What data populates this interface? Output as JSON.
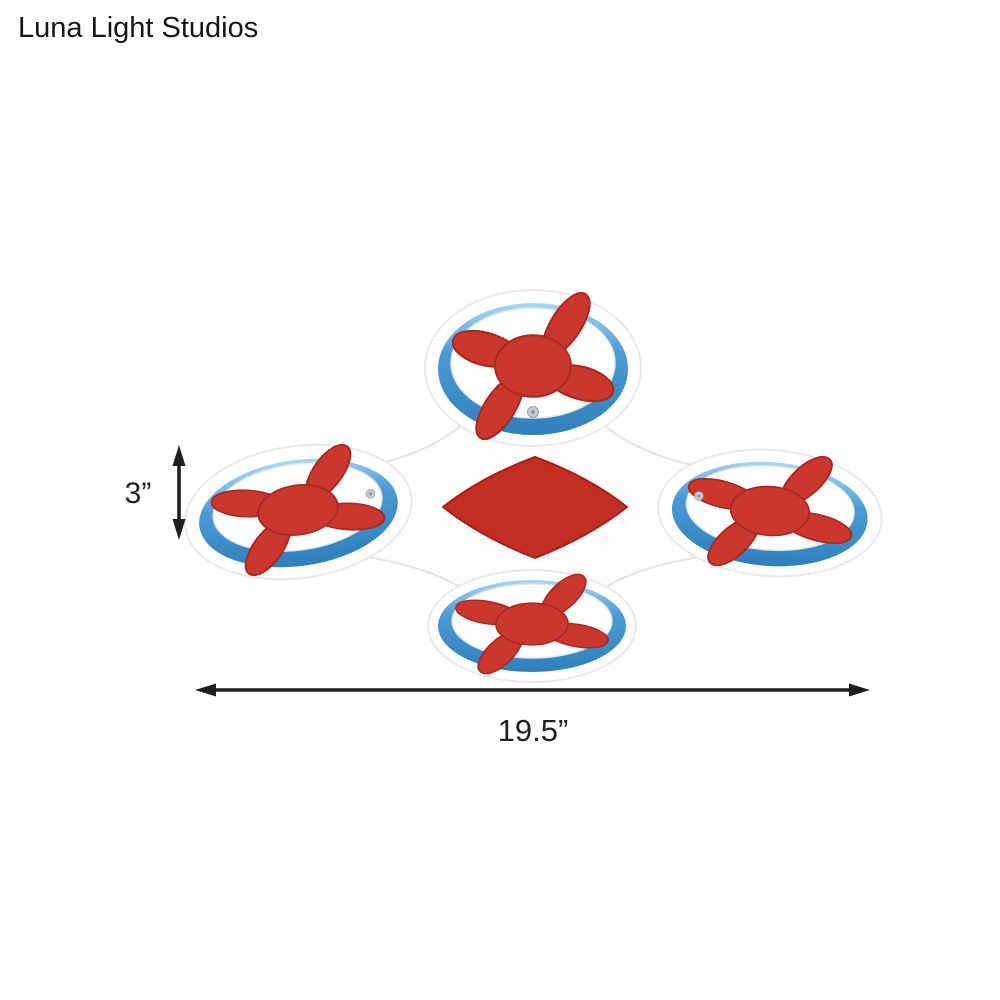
{
  "brand": {
    "name": "Luna Light Studios"
  },
  "dimensions": {
    "height_label": "3”",
    "width_label": "19.5”"
  },
  "colors": {
    "background": "#ffffff",
    "ring_blue_light": "#a9d7f1",
    "ring_blue": "#4d9bd4",
    "ring_blue_dark": "#2f7fba",
    "propeller_red": "#ca372e",
    "propeller_red_dark": "#a8281f",
    "diamond_red": "#c22d24",
    "body_white": "#fcfcfc",
    "screw_silver": "#c7ccd1",
    "annotation_black": "#1e1e1e"
  }
}
